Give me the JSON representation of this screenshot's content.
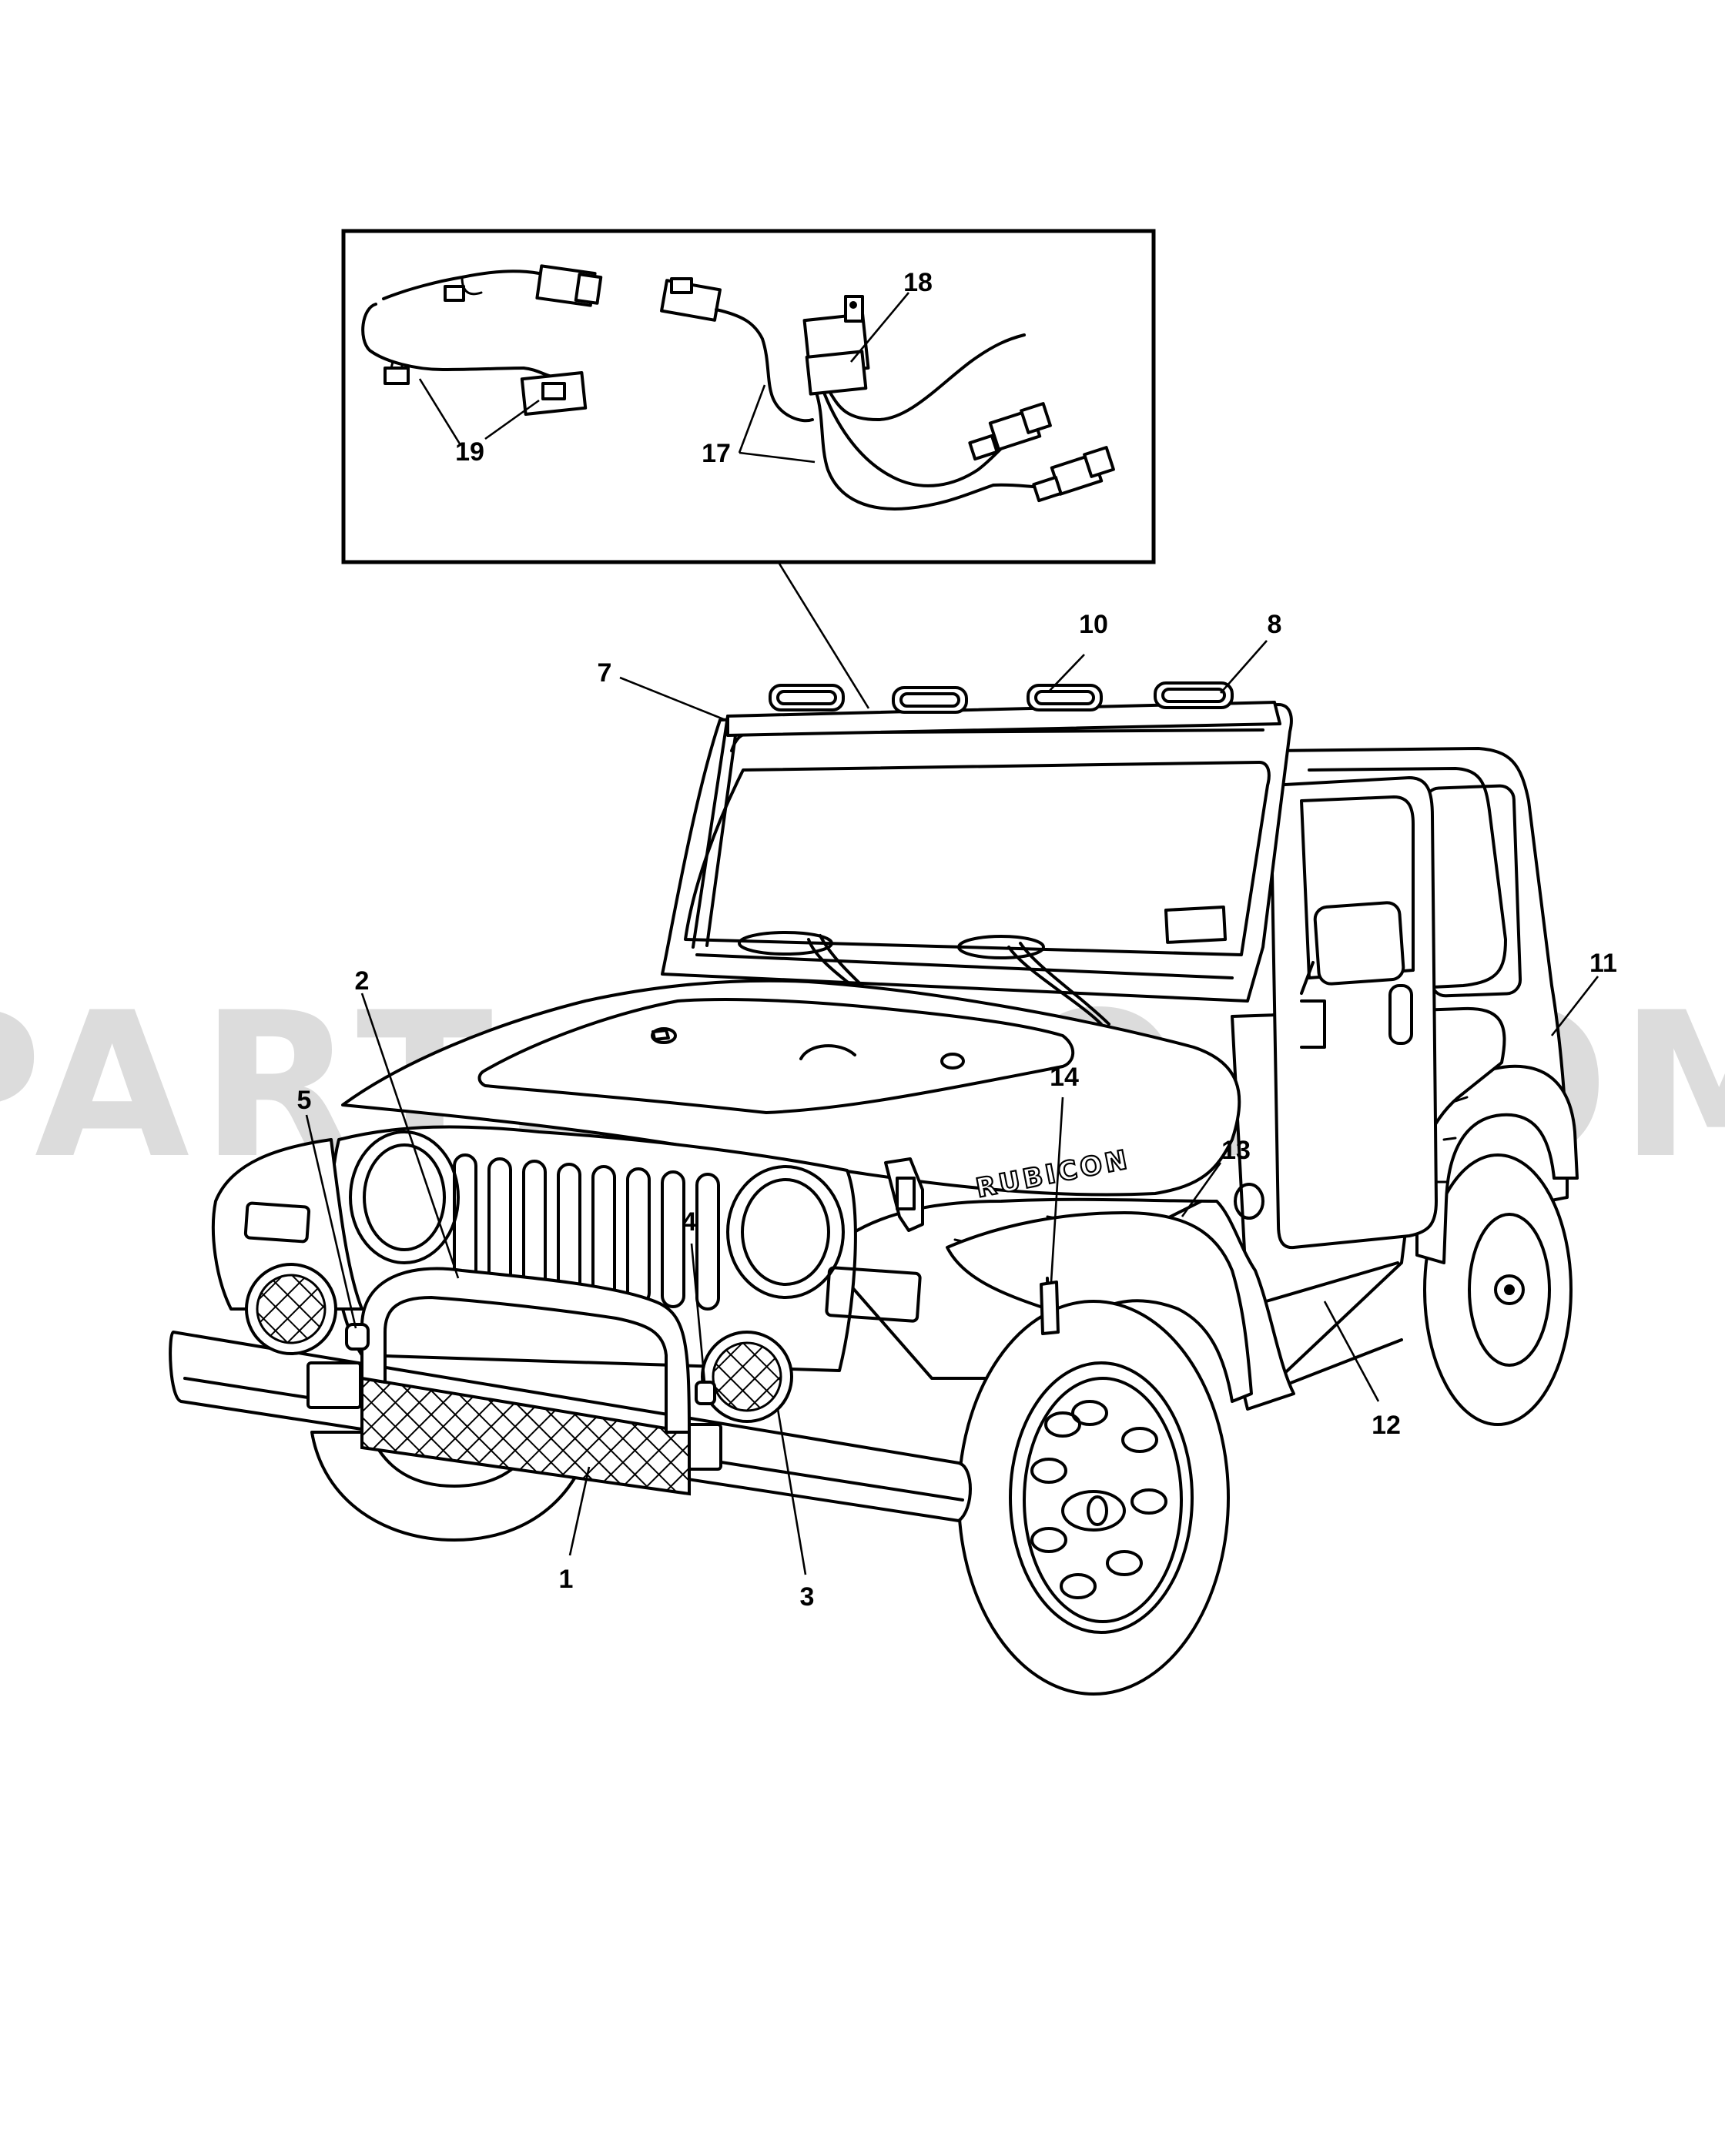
{
  "watermark": "PARTSOUQ.COM",
  "vehicle_badge": "RUBICON",
  "callouts": [
    {
      "id": "c1",
      "label": "1"
    },
    {
      "id": "c2",
      "label": "2"
    },
    {
      "id": "c3",
      "label": "3"
    },
    {
      "id": "c4",
      "label": "4"
    },
    {
      "id": "c5",
      "label": "5"
    },
    {
      "id": "c7",
      "label": "7"
    },
    {
      "id": "c8",
      "label": "8"
    },
    {
      "id": "c10",
      "label": "10"
    },
    {
      "id": "c11",
      "label": "11"
    },
    {
      "id": "c12",
      "label": "12"
    },
    {
      "id": "c13",
      "label": "13"
    },
    {
      "id": "c14",
      "label": "14"
    },
    {
      "id": "c17",
      "label": "17"
    },
    {
      "id": "c18",
      "label": "18"
    },
    {
      "id": "c19",
      "label": "19"
    }
  ]
}
